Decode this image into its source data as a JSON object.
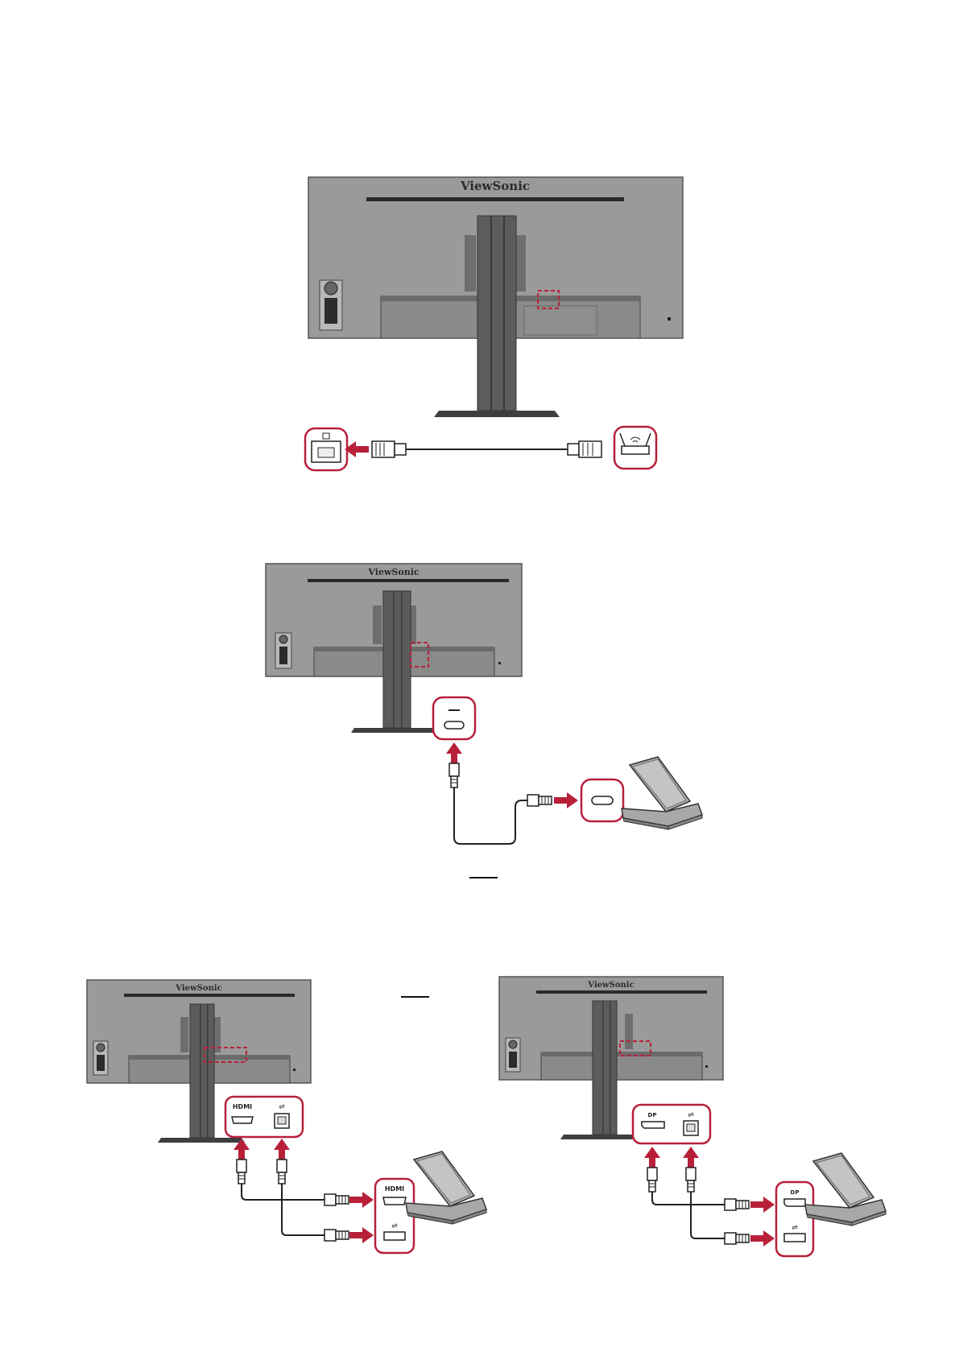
{
  "brand": "ViewSonic",
  "port_labels": {
    "hdmi": "HDMI",
    "dp": "DP"
  },
  "colors": {
    "monitor_body": "#999999",
    "monitor_dark": "#5c5c5c",
    "stand": "#5d5d5d",
    "highlight": "#b8203a",
    "outline": "#333333",
    "laptop": "#b3b3b3"
  },
  "icons": [
    "ethernet-port-icon",
    "network-router-icon",
    "usb-c-port-icon",
    "hdmi-port-icon",
    "usb-b-port-icon",
    "usb-a-port-icon",
    "displayport-icon",
    "laptop-icon",
    "connect-arrow-icon"
  ]
}
